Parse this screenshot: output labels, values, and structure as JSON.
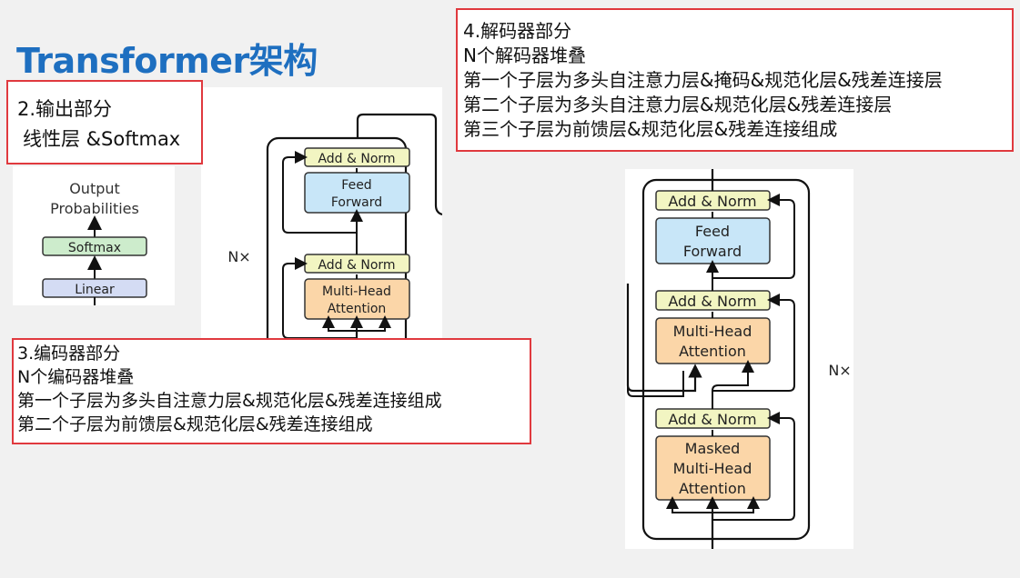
{
  "title": "Transformer架构",
  "output_section": {
    "heading": "2.输出部分",
    "line1": "线性层 &Softmax"
  },
  "encoder_section": {
    "heading": "3.编码器部分",
    "lines": [
      "N个编码器堆叠",
      "第一个子层为多头自注意力层&规范化层&残差连接组成",
      "第二个子层为前馈层&规范化层&残差连接组成"
    ]
  },
  "decoder_section": {
    "heading": "4.解码器部分",
    "lines": [
      "N个解码器堆叠",
      "第一个子层为多头自注意力层&掩码&规范化层&残差连接层",
      "第二个子层为多头自注意力层&规范化层&残差连接层",
      "第三个子层为前馈层&规范化层&残差连接组成"
    ]
  },
  "output_diagram": {
    "output_label_1": "Output",
    "output_label_2": "Probabilities",
    "softmax": "Softmax",
    "linear": "Linear"
  },
  "encoder_diagram": {
    "nx": "N×",
    "add_norm": "Add & Norm",
    "ff_1": "Feed",
    "ff_2": "Forward",
    "mha_1": "Multi-Head",
    "mha_2": "Attention"
  },
  "decoder_diagram": {
    "nx": "N×",
    "add_norm": "Add & Norm",
    "ff_1": "Feed",
    "ff_2": "Forward",
    "mha_1": "Multi-Head",
    "mha_2": "Attention",
    "masked_1": "Masked",
    "masked_2": "Multi-Head",
    "masked_3": "Attention"
  },
  "colors": {
    "title": "#1e6fc0",
    "box_border": "#e0393e",
    "add_norm_fill": "#f2f5c2",
    "ff_fill": "#c8e6f8",
    "attention_fill": "#fbd6a8",
    "softmax_fill": "#cdeccc",
    "linear_fill": "#d4dcf4"
  }
}
